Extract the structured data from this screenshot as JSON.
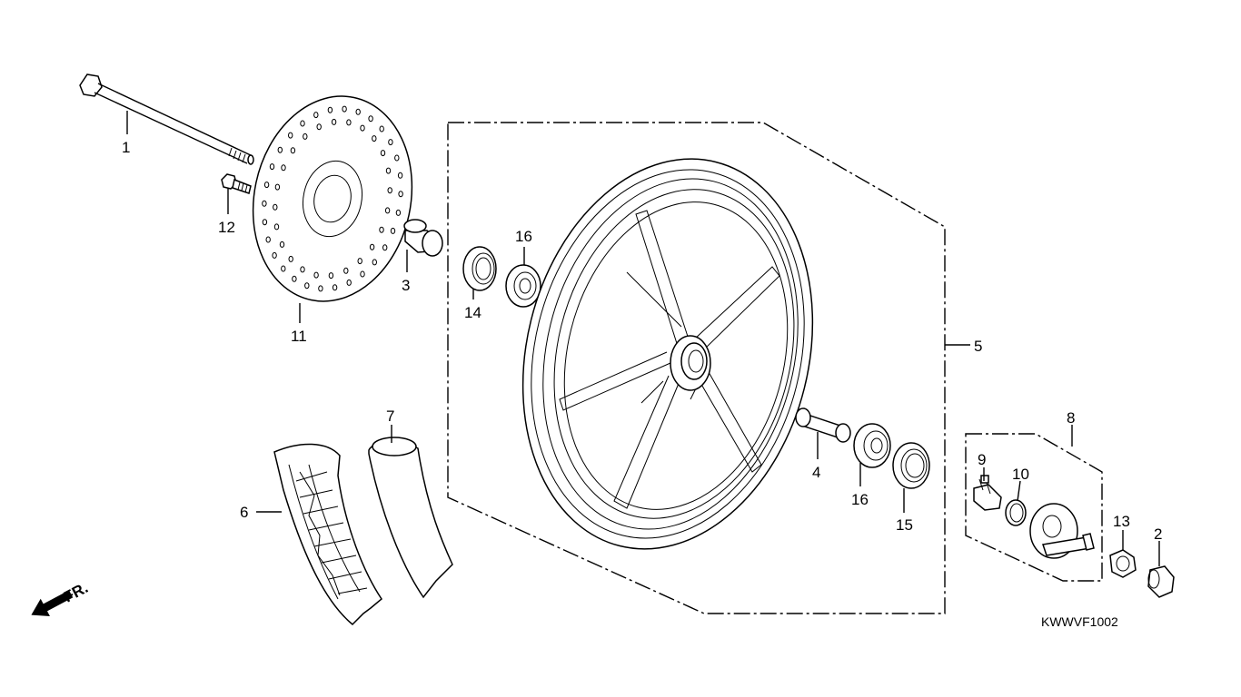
{
  "diagram": {
    "callouts": [
      {
        "id": "1",
        "text": "1"
      },
      {
        "id": "2",
        "text": "2"
      },
      {
        "id": "3",
        "text": "3"
      },
      {
        "id": "4",
        "text": "4"
      },
      {
        "id": "5",
        "text": "5"
      },
      {
        "id": "6",
        "text": "6"
      },
      {
        "id": "7",
        "text": "7"
      },
      {
        "id": "8",
        "text": "8"
      },
      {
        "id": "9",
        "text": "9"
      },
      {
        "id": "10",
        "text": "10"
      },
      {
        "id": "11",
        "text": "11"
      },
      {
        "id": "12",
        "text": "12"
      },
      {
        "id": "13",
        "text": "13"
      },
      {
        "id": "14a",
        "text": "14"
      },
      {
        "id": "15",
        "text": "15"
      },
      {
        "id": "16a",
        "text": "16"
      },
      {
        "id": "16b",
        "text": "16"
      }
    ],
    "direction_label": "FR.",
    "drawing_code": "KWWVF1002"
  }
}
